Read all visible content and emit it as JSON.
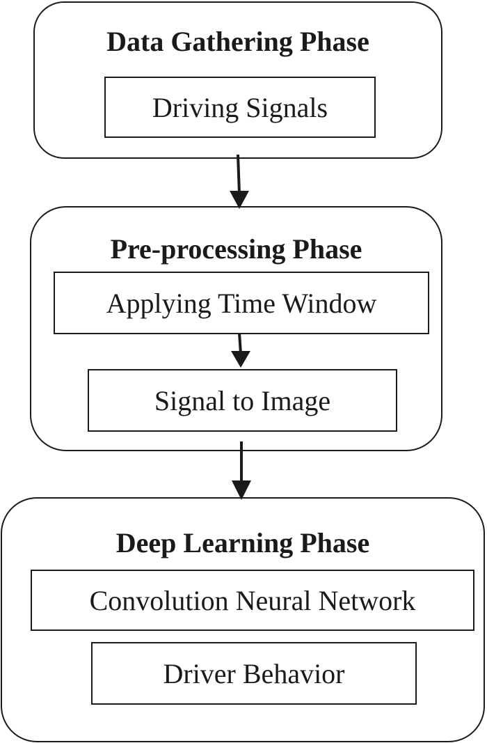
{
  "phases": [
    {
      "title": "Data Gathering Phase",
      "steps": [
        "Driving Signals"
      ]
    },
    {
      "title": "Pre-processing Phase",
      "steps": [
        "Applying Time Window",
        "Signal to Image"
      ]
    },
    {
      "title": "Deep Learning Phase",
      "steps": [
        "Convolution Neural Network",
        "Driver Behavior"
      ]
    }
  ],
  "colors": {
    "stroke": "#1a1a1a",
    "background": "#ffffff"
  }
}
